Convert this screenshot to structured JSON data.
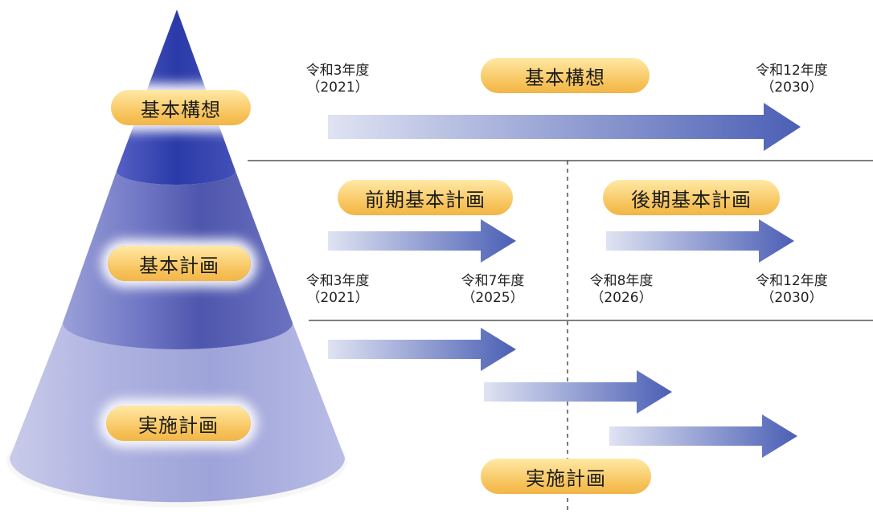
{
  "cone": {
    "tier_top": "基本構想",
    "tier_middle": "基本計画",
    "tier_bottom": "実施計画"
  },
  "timeline": {
    "vision": {
      "label": "基本構想",
      "start_year": "令和3年度",
      "start_year_ad": "（2021）",
      "end_year": "令和12年度",
      "end_year_ad": "（2030）"
    },
    "basic_plan": {
      "first_label": "前期基本計画",
      "second_label": "後期基本計画",
      "first_start_year": "令和3年度",
      "first_start_year_ad": "（2021）",
      "first_end_year": "令和7年度",
      "first_end_year_ad": "（2025）",
      "second_start_year": "令和8年度",
      "second_start_year_ad": "（2026）",
      "second_end_year": "令和12年度",
      "second_end_year_ad": "（2030）"
    },
    "implementation": {
      "label": "実施計画"
    }
  },
  "colors": {
    "arrow_dark": "#4b5fb5",
    "arrow_light": "#dfe3f2",
    "pill": "#f7c35b",
    "cone": "#5a63b8"
  }
}
